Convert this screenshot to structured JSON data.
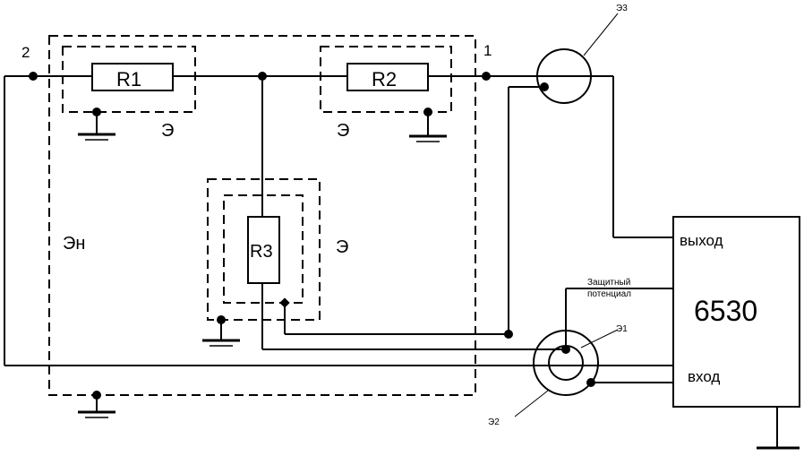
{
  "diagram": {
    "nodes": {
      "node1": "1",
      "node2": "2"
    },
    "resistors": {
      "r1": "R1",
      "r2": "R2",
      "r3": "R3"
    },
    "shields": {
      "shield_r1": "Э",
      "shield_r2": "Э",
      "shield_r3": "Э",
      "shield_outer": "Эн",
      "e1": "Э1",
      "e2": "Э2",
      "e3": "Э3"
    },
    "instrument": {
      "model": "6530",
      "output": "выход",
      "input": "вход",
      "guard_line1": "Защитный",
      "guard_line2": "потенциал"
    }
  }
}
